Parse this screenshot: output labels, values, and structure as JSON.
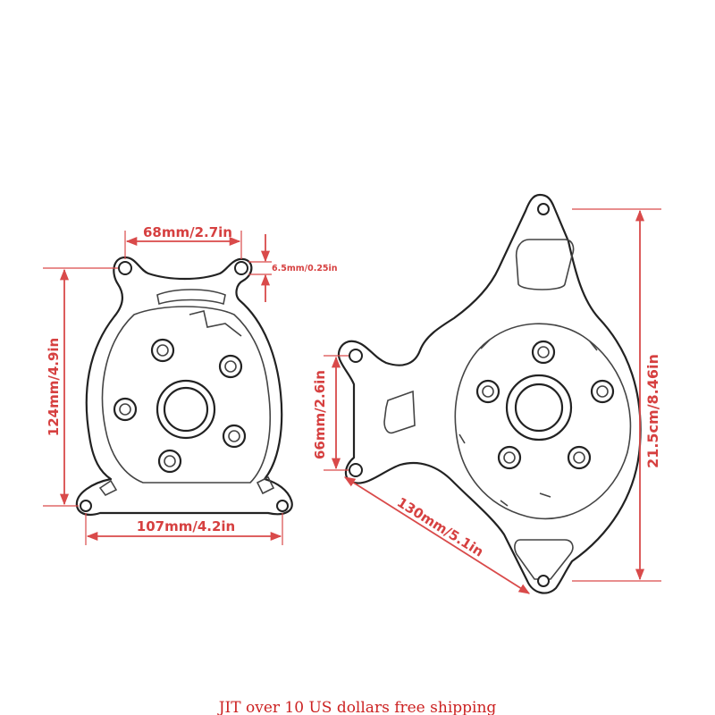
{
  "left_part": {
    "dimensions": {
      "top_width": "68mm/2.7in",
      "hole_diameter": "6.5mm/0.25in",
      "height": "124mm/4.9in",
      "bottom_width": "107mm/4.2in"
    }
  },
  "right_part": {
    "dimensions": {
      "tab_height": "66mm/2.6in",
      "diagonal": "130mm/5.1in",
      "height": "21.5cm/8.46in"
    }
  },
  "footer": {
    "text": "JIT over 10 US dollars free shipping"
  },
  "colors": {
    "dimension_red": "#d94a4a",
    "outline": "#222222",
    "footer_red": "#cc2222"
  }
}
